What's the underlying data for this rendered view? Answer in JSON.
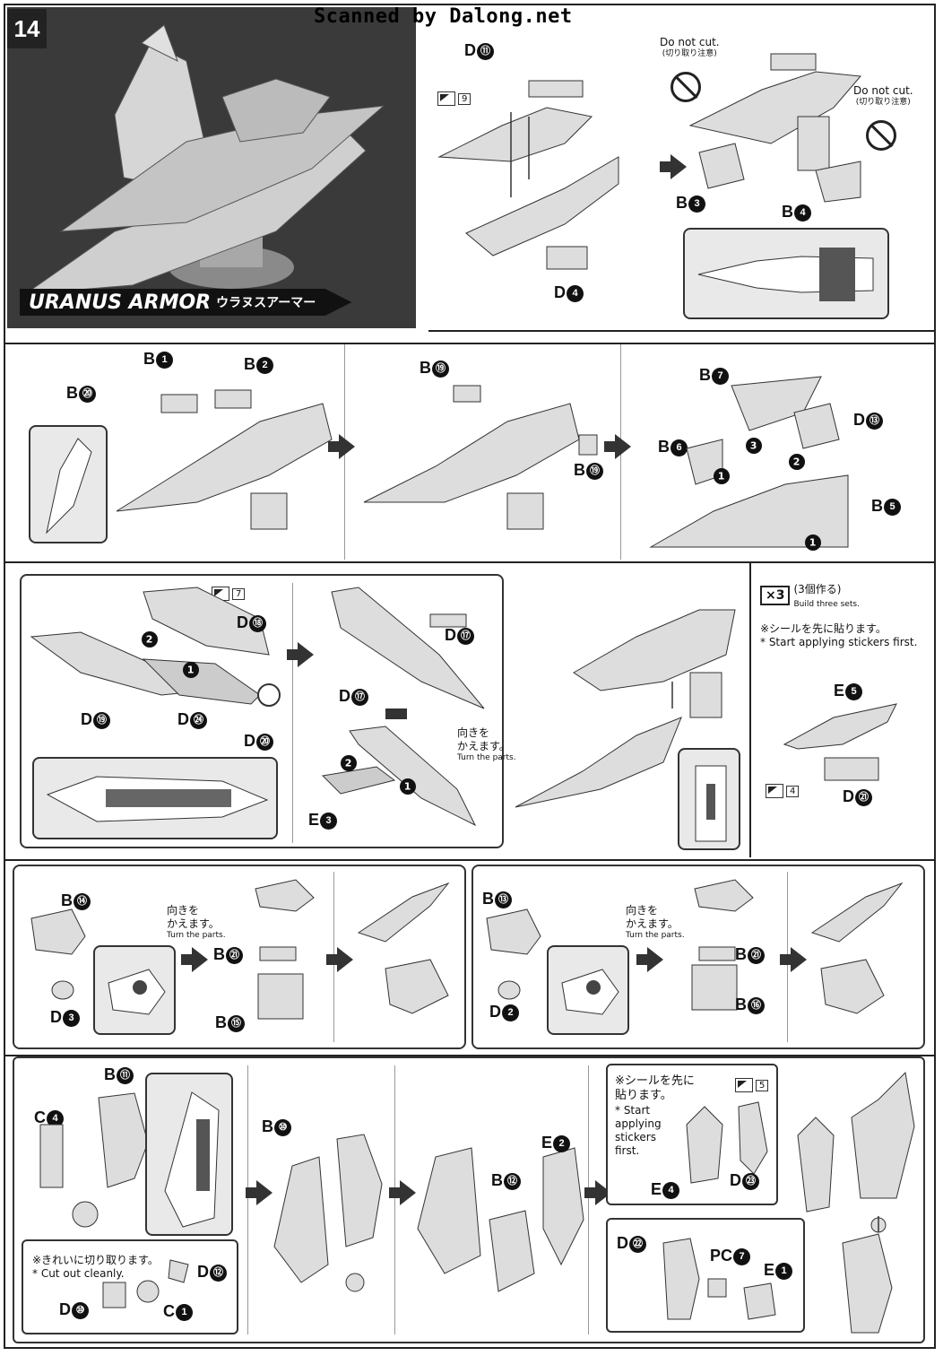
{
  "page": {
    "number": "14",
    "watermark": "Scanned by Dalong.net"
  },
  "hero": {
    "title_en": "URANUS ARMOR",
    "title_jp": "ウラヌスアーマー"
  },
  "notes": {
    "do_not_cut_en": "Do not cut.",
    "do_not_cut_jp": "(切り取り注意)",
    "turn_parts_jp": "向きを\nかえます。",
    "turn_parts_en": "Turn the parts.",
    "build_three_mult": "×3",
    "build_three_jp": "(3個作る)",
    "build_three_en": "Build three sets.",
    "stickers_first_jp": "※シールを先に貼ります。",
    "stickers_first_en": "* Start applying stickers first.",
    "stickers_first_jp_b": "※シールを先に\n貼ります。",
    "stickers_first_en_b": "* Start\napplying\nstickers\nfirst.",
    "cut_cleanly_jp": "※きれいに切り取ります。",
    "cut_cleanly_en": "* Cut out cleanly."
  },
  "stickers": [
    "9",
    "7",
    "4",
    "5"
  ],
  "labels": {
    "s1": [
      {
        "p": "D",
        "n": "⑪"
      },
      {
        "p": "D",
        "n": "4"
      },
      {
        "p": "B",
        "n": "3"
      },
      {
        "p": "B",
        "n": "4"
      }
    ],
    "s2": [
      {
        "p": "B",
        "n": "1"
      },
      {
        "p": "B",
        "n": "2"
      },
      {
        "p": "B",
        "n": "⑳"
      },
      {
        "p": "B",
        "n": "⑲"
      },
      {
        "p": "B",
        "n": "⑲"
      },
      {
        "p": "B",
        "n": "7"
      },
      {
        "p": "D",
        "n": "⑬"
      },
      {
        "p": "B",
        "n": "6"
      },
      {
        "p": "B",
        "n": "5"
      }
    ],
    "s3": [
      {
        "p": "D",
        "n": "⑱"
      },
      {
        "p": "D",
        "n": "⑲"
      },
      {
        "p": "D",
        "n": "㉔"
      },
      {
        "p": "D",
        "n": "⑳"
      },
      {
        "p": "D",
        "n": "⑰"
      },
      {
        "p": "D",
        "n": "⑰"
      },
      {
        "p": "E",
        "n": "3"
      },
      {
        "p": "E",
        "n": "5"
      },
      {
        "p": "D",
        "n": "㉑"
      }
    ],
    "s4": [
      {
        "p": "B",
        "n": "⑭"
      },
      {
        "p": "D",
        "n": "3"
      },
      {
        "p": "B",
        "n": "㉑"
      },
      {
        "p": "B",
        "n": "⑮"
      },
      {
        "p": "B",
        "n": "⑬"
      },
      {
        "p": "D",
        "n": "2"
      },
      {
        "p": "B",
        "n": "㉑"
      },
      {
        "p": "B",
        "n": "⑯"
      }
    ],
    "s5": [
      {
        "p": "B",
        "n": "⑪"
      },
      {
        "p": "C",
        "n": "4"
      },
      {
        "p": "D",
        "n": "⑫"
      },
      {
        "p": "D",
        "n": "⑩"
      },
      {
        "p": "C",
        "n": "1"
      },
      {
        "p": "B",
        "n": "⑩"
      },
      {
        "p": "E",
        "n": "2"
      },
      {
        "p": "B",
        "n": "⑫"
      },
      {
        "p": "E",
        "n": "4"
      },
      {
        "p": "D",
        "n": "㉓"
      },
      {
        "p": "D",
        "n": "㉒"
      },
      {
        "p": "PC",
        "n": "7"
      },
      {
        "p": "E",
        "n": "1"
      }
    ]
  }
}
